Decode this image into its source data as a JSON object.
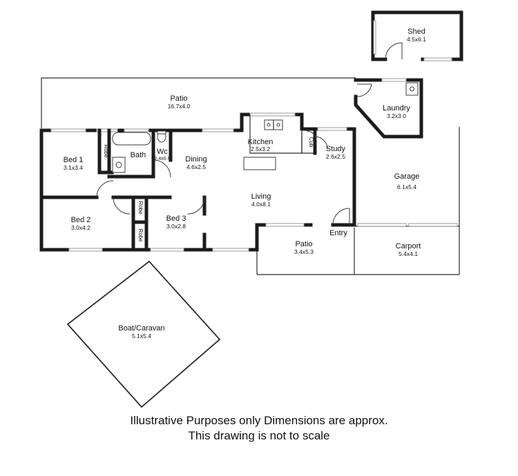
{
  "rooms": {
    "shed": {
      "name": "Shed",
      "size": "4.5x6.1"
    },
    "patio_rear": {
      "name": "Patio",
      "size": "16.7x4.0"
    },
    "laundry": {
      "name": "Laundry",
      "size": "3.2x3.0"
    },
    "kitchen": {
      "name": "Kitchen",
      "size": "2.5x3.2"
    },
    "cub": {
      "name": "Cub"
    },
    "study": {
      "name": "Study",
      "size": "2.6x2.5"
    },
    "bed1": {
      "name": "Bed 1",
      "size": "3.1x3.4"
    },
    "robe1": {
      "name": "Robe"
    },
    "bath": {
      "name": "Bath"
    },
    "wc": {
      "name": "Wc",
      "size": "2.4x0.9"
    },
    "dining": {
      "name": "Dining",
      "size": "4.6x2.5"
    },
    "garage": {
      "name": "Garage",
      "size": "6.1x5.4"
    },
    "living": {
      "name": "Living",
      "size": "4.0x8.1"
    },
    "bed2": {
      "name": "Bed 2",
      "size": "3.0x4.2"
    },
    "robe2": {
      "name": "Robe"
    },
    "robe3": {
      "name": "Robe"
    },
    "bed3": {
      "name": "Bed 3",
      "size": "3.0x2.8"
    },
    "entry": {
      "name": "Entry"
    },
    "patio_front": {
      "name": "Patio",
      "size": "3.4x5.3"
    },
    "carport": {
      "name": "Carport",
      "size": "5.4x4.1"
    },
    "boat": {
      "name": "Boat/Caravan",
      "size": "5.1x5.4"
    }
  },
  "notes": {
    "line1": "Illustrative Purposes only Dimensions are approx.",
    "line2": "This drawing is not to scale"
  }
}
